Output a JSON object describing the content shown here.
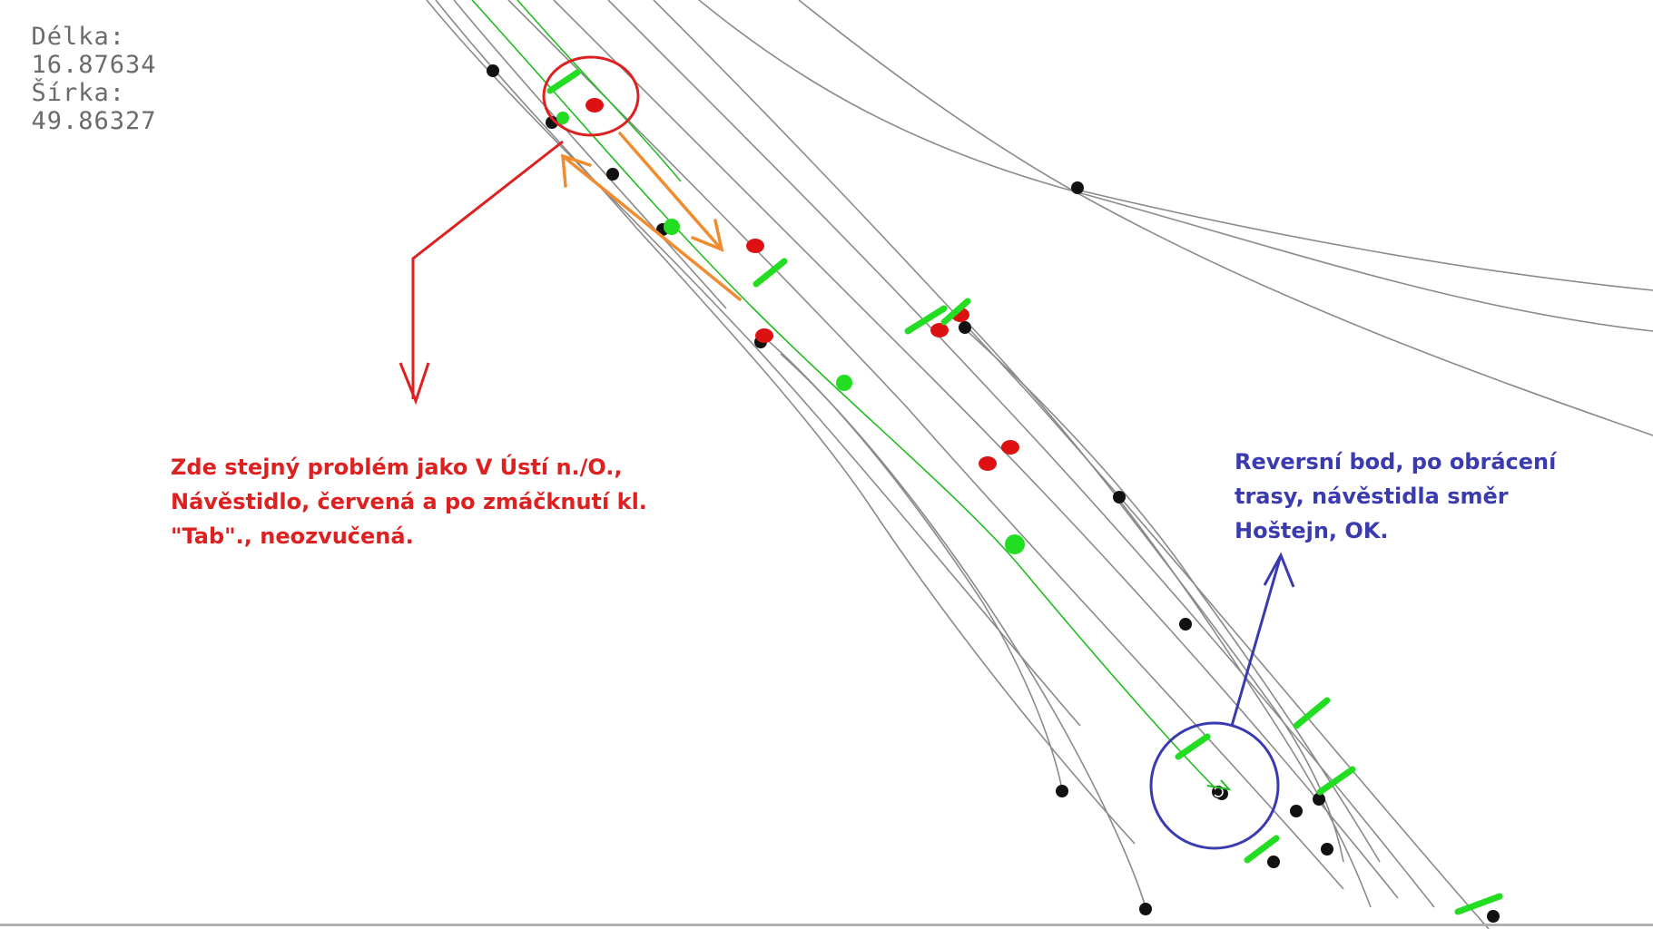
{
  "map": {
    "coordinates": {
      "length_label": "Délka:",
      "length_value": "16.87634",
      "latitude_label": "Šírka:",
      "latitude_value": "49.86327"
    }
  },
  "annotations": {
    "red": {
      "color": "#dd2020",
      "lines": [
        "Zde stejný problém jako V Ústí n./O.,",
        "Návěstidlo, červená a po zmáčknutí kl.",
        "\"Tab\"., neozvučená."
      ]
    },
    "blue": {
      "color": "#3b3bb0",
      "lines": [
        "Reversní bod, po obrácení",
        "trasy, návěstidla směr",
        "Hoštejn, OK."
      ]
    }
  },
  "colors": {
    "track": "#8a8a8a",
    "route": "#22bb22",
    "signal_green": "#22dd22",
    "signal_red": "#dd1111",
    "node": "#111111",
    "arrow_orange": "#f08c30"
  }
}
